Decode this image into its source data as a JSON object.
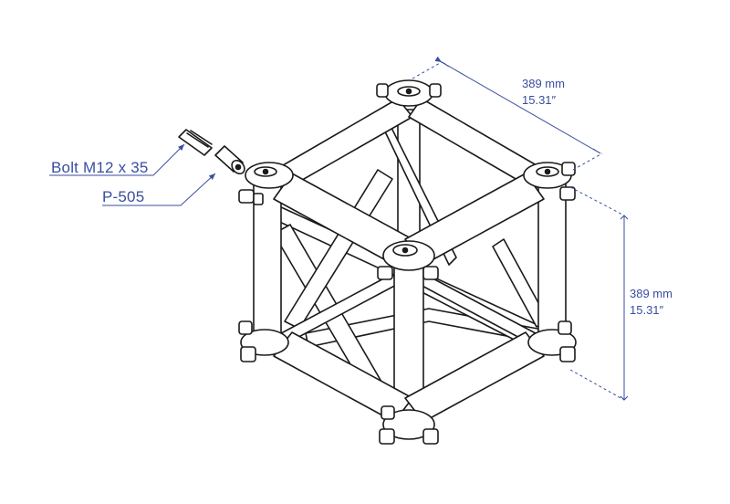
{
  "callouts": {
    "bolt": "Bolt M12 x 35",
    "pin": "P-505"
  },
  "dimensions": {
    "width_mm": "389 mm",
    "width_in": "15.31″",
    "height_mm": "389 mm",
    "height_in": "15.31″"
  },
  "colors": {
    "annotation": "#3a4ea0",
    "line": "#1a1a1a",
    "fill": "#ffffff"
  }
}
